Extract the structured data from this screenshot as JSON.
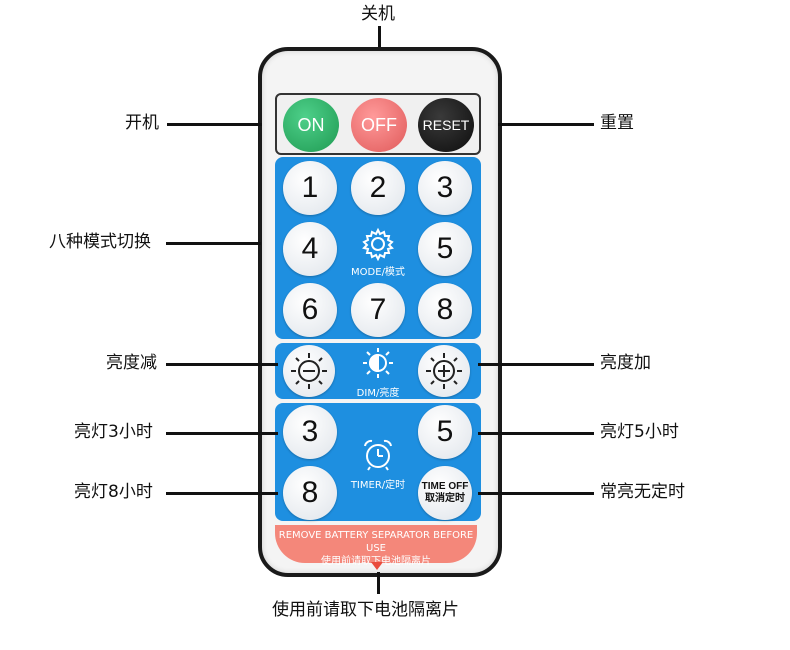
{
  "labels": {
    "power_off": "关机",
    "power_on": "开机",
    "reset": "重置",
    "modes": "八种模式切换",
    "dim_down": "亮度减",
    "dim_up": "亮度加",
    "timer_3h": "亮灯3小时",
    "timer_5h": "亮灯5小时",
    "timer_8h": "亮灯8小时",
    "timer_off": "常亮无定时",
    "remove_separator": "使用前请取下电池隔离片"
  },
  "buttons": {
    "on": "ON",
    "off": "OFF",
    "reset": "RESET",
    "modes": [
      "1",
      "2",
      "3",
      "4",
      "5",
      "6",
      "7",
      "8"
    ],
    "timer_3": "3",
    "timer_5": "5",
    "timer_8": "8",
    "time_off_line1": "TIME OFF",
    "time_off_line2": "取消定时"
  },
  "panels": {
    "mode_label": "MODE/模式",
    "dim_label": "DIM/亮度",
    "timer_label": "TIMER/定时"
  },
  "separator": {
    "line1": "REMOVE BATTERY SEPARATOR BEFORE USE",
    "line2": "使用前请取下电池隔离片"
  },
  "colors": {
    "on": "#2bb566",
    "off": "#f07070",
    "reset": "#1a1a1a",
    "panel": "#1e8fe0",
    "separator": "#f4877a"
  }
}
